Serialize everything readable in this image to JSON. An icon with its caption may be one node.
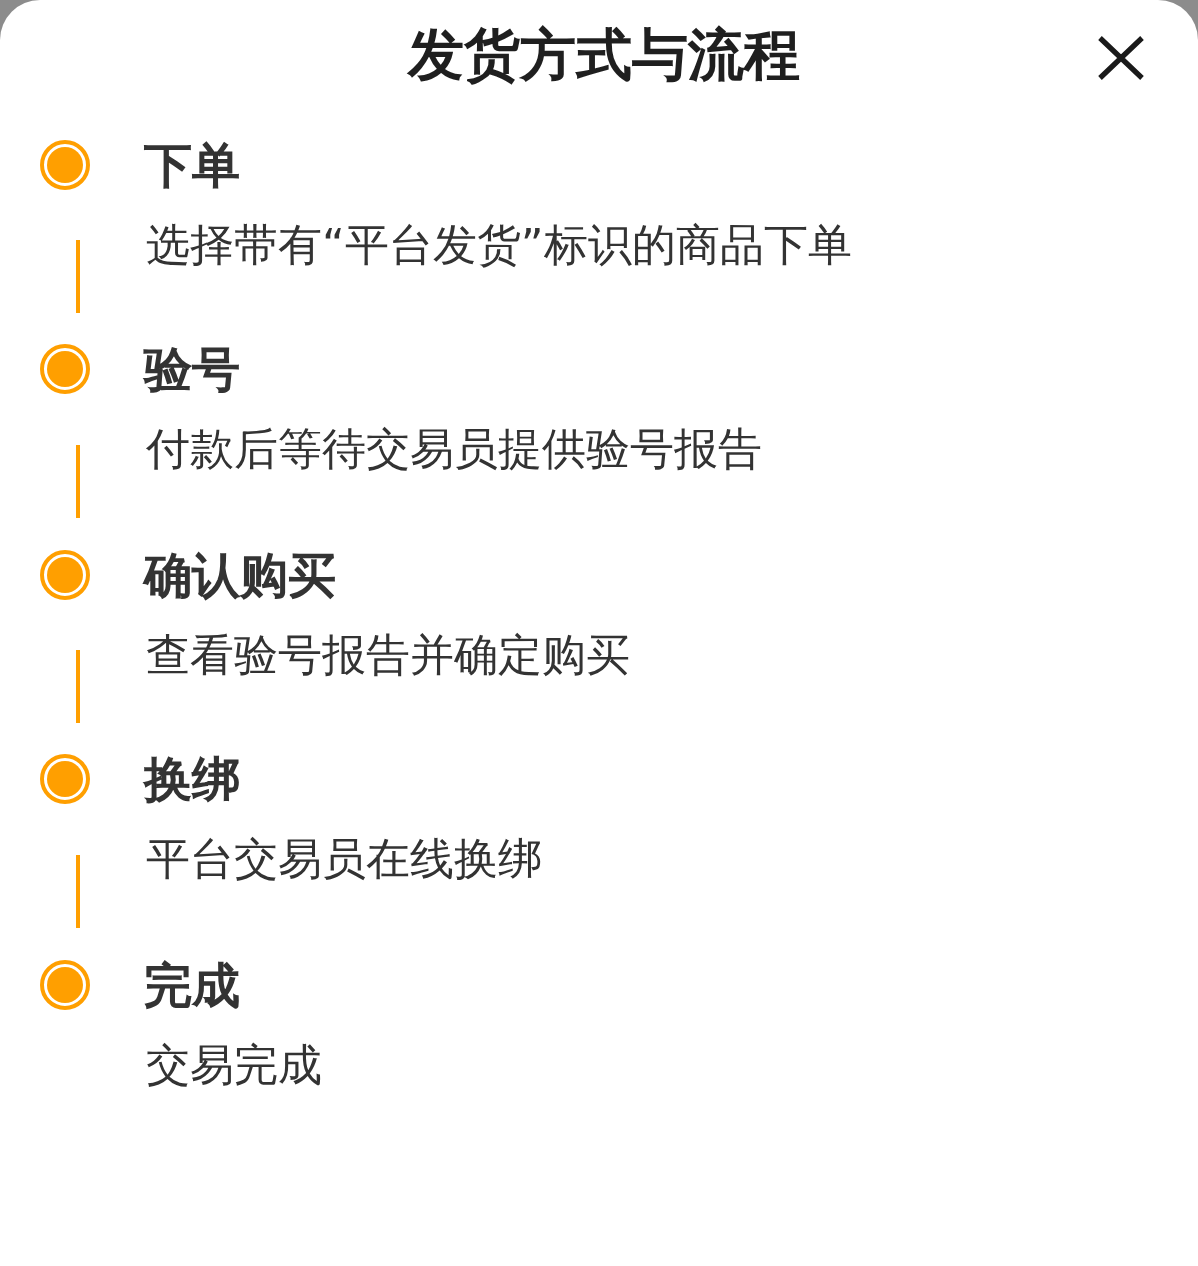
{
  "diagram": {
    "title": "发货方式与流程",
    "nodes": [
      {
        "text": [],
        "shape": "circle",
        "beside": [
          "下单",
          "选择带有“平台发货”标识的商品下单"
        ]
      },
      {
        "text": [],
        "shape": "circle",
        "beside": [
          "验号",
          "付款后等待交易员提供验号报告"
        ]
      },
      {
        "text": [],
        "shape": "circle",
        "beside": [
          "确认购买",
          "查看验号报告并确定购买"
        ]
      },
      {
        "text": [],
        "shape": "circle",
        "beside": [
          "换绑",
          "平台交易员在线换绑"
        ]
      },
      {
        "text": [],
        "shape": "circle",
        "beside": [
          "完成",
          "交易完成"
        ]
      }
    ],
    "edges": [
      {
        "from": 0,
        "to": 1,
        "arrow": "none"
      },
      {
        "from": 1,
        "to": 2,
        "arrow": "none"
      },
      {
        "from": 2,
        "to": 3,
        "arrow": "none"
      },
      {
        "from": 3,
        "to": 4,
        "arrow": "none"
      }
    ]
  }
}
